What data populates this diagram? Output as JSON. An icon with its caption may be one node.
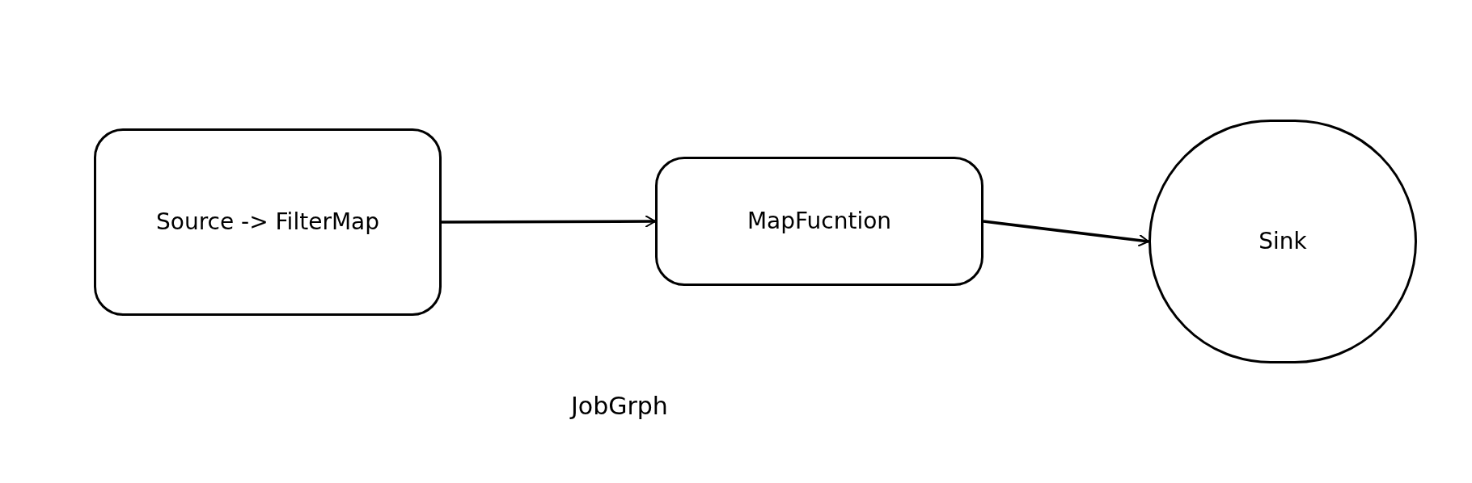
{
  "diagram": {
    "caption": "JobGrph",
    "nodes": [
      {
        "text": [
          "Source -> FilterMap"
        ]
      },
      {
        "text": [
          "MapFucntion"
        ]
      },
      {
        "text": [
          "Sink"
        ]
      }
    ],
    "edges": [
      {
        "from": 0,
        "to": 1,
        "arrow": "to"
      },
      {
        "from": 1,
        "to": 2,
        "arrow": "to"
      }
    ]
  }
}
